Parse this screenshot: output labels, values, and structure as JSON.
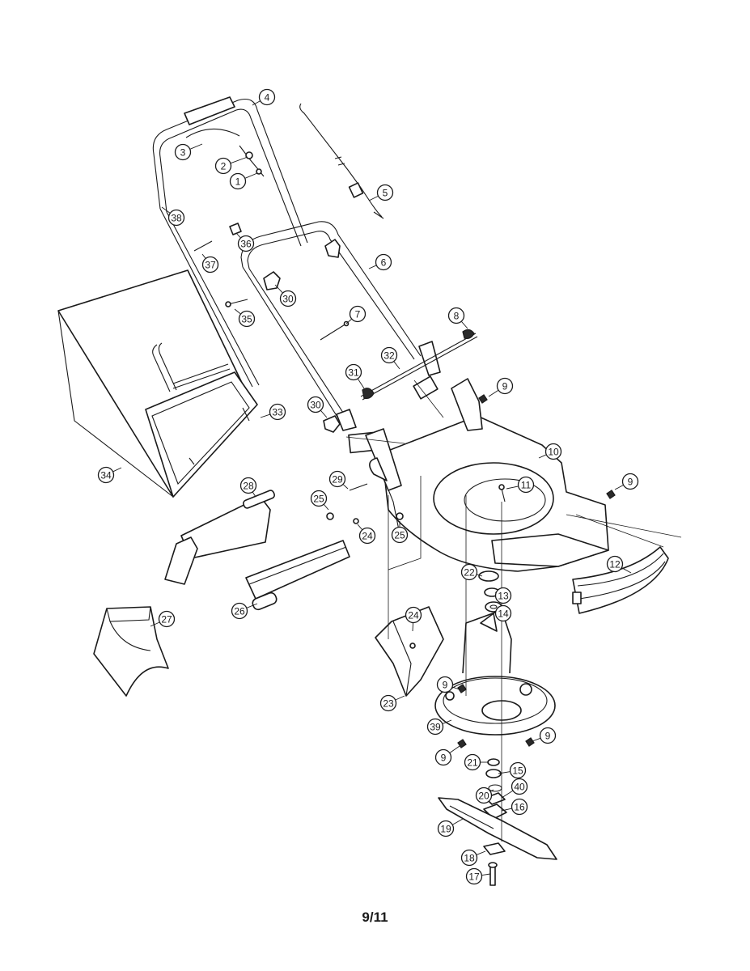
{
  "page": {
    "number": "9/11"
  },
  "callouts": [
    {
      "id": "c1",
      "label": "1"
    },
    {
      "id": "c2",
      "label": "2"
    },
    {
      "id": "c3",
      "label": "3"
    },
    {
      "id": "c4",
      "label": "4"
    },
    {
      "id": "c5",
      "label": "5"
    },
    {
      "id": "c6",
      "label": "6"
    },
    {
      "id": "c7",
      "label": "7"
    },
    {
      "id": "c8",
      "label": "8"
    },
    {
      "id": "c9a",
      "label": "9"
    },
    {
      "id": "c9b",
      "label": "9"
    },
    {
      "id": "c9c",
      "label": "9"
    },
    {
      "id": "c9d",
      "label": "9"
    },
    {
      "id": "c9e",
      "label": "9"
    },
    {
      "id": "c10",
      "label": "10"
    },
    {
      "id": "c11",
      "label": "11"
    },
    {
      "id": "c12",
      "label": "12"
    },
    {
      "id": "c13",
      "label": "13"
    },
    {
      "id": "c14",
      "label": "14"
    },
    {
      "id": "c15",
      "label": "15"
    },
    {
      "id": "c16",
      "label": "16"
    },
    {
      "id": "c17",
      "label": "17"
    },
    {
      "id": "c18",
      "label": "18"
    },
    {
      "id": "c19",
      "label": "19"
    },
    {
      "id": "c20",
      "label": "20"
    },
    {
      "id": "c21",
      "label": "21"
    },
    {
      "id": "c22",
      "label": "22"
    },
    {
      "id": "c23",
      "label": "23"
    },
    {
      "id": "c24a",
      "label": "24"
    },
    {
      "id": "c24b",
      "label": "24"
    },
    {
      "id": "c25a",
      "label": "25"
    },
    {
      "id": "c25b",
      "label": "25"
    },
    {
      "id": "c26",
      "label": "26"
    },
    {
      "id": "c27",
      "label": "27"
    },
    {
      "id": "c28",
      "label": "28"
    },
    {
      "id": "c29",
      "label": "29"
    },
    {
      "id": "c30a",
      "label": "30"
    },
    {
      "id": "c30b",
      "label": "30"
    },
    {
      "id": "c31",
      "label": "31"
    },
    {
      "id": "c32",
      "label": "32"
    },
    {
      "id": "c33",
      "label": "33"
    },
    {
      "id": "c34",
      "label": "34"
    },
    {
      "id": "c35",
      "label": "35"
    },
    {
      "id": "c36",
      "label": "36"
    },
    {
      "id": "c37",
      "label": "37"
    },
    {
      "id": "c38",
      "label": "38"
    },
    {
      "id": "c39",
      "label": "39"
    },
    {
      "id": "c40",
      "label": "40"
    }
  ]
}
